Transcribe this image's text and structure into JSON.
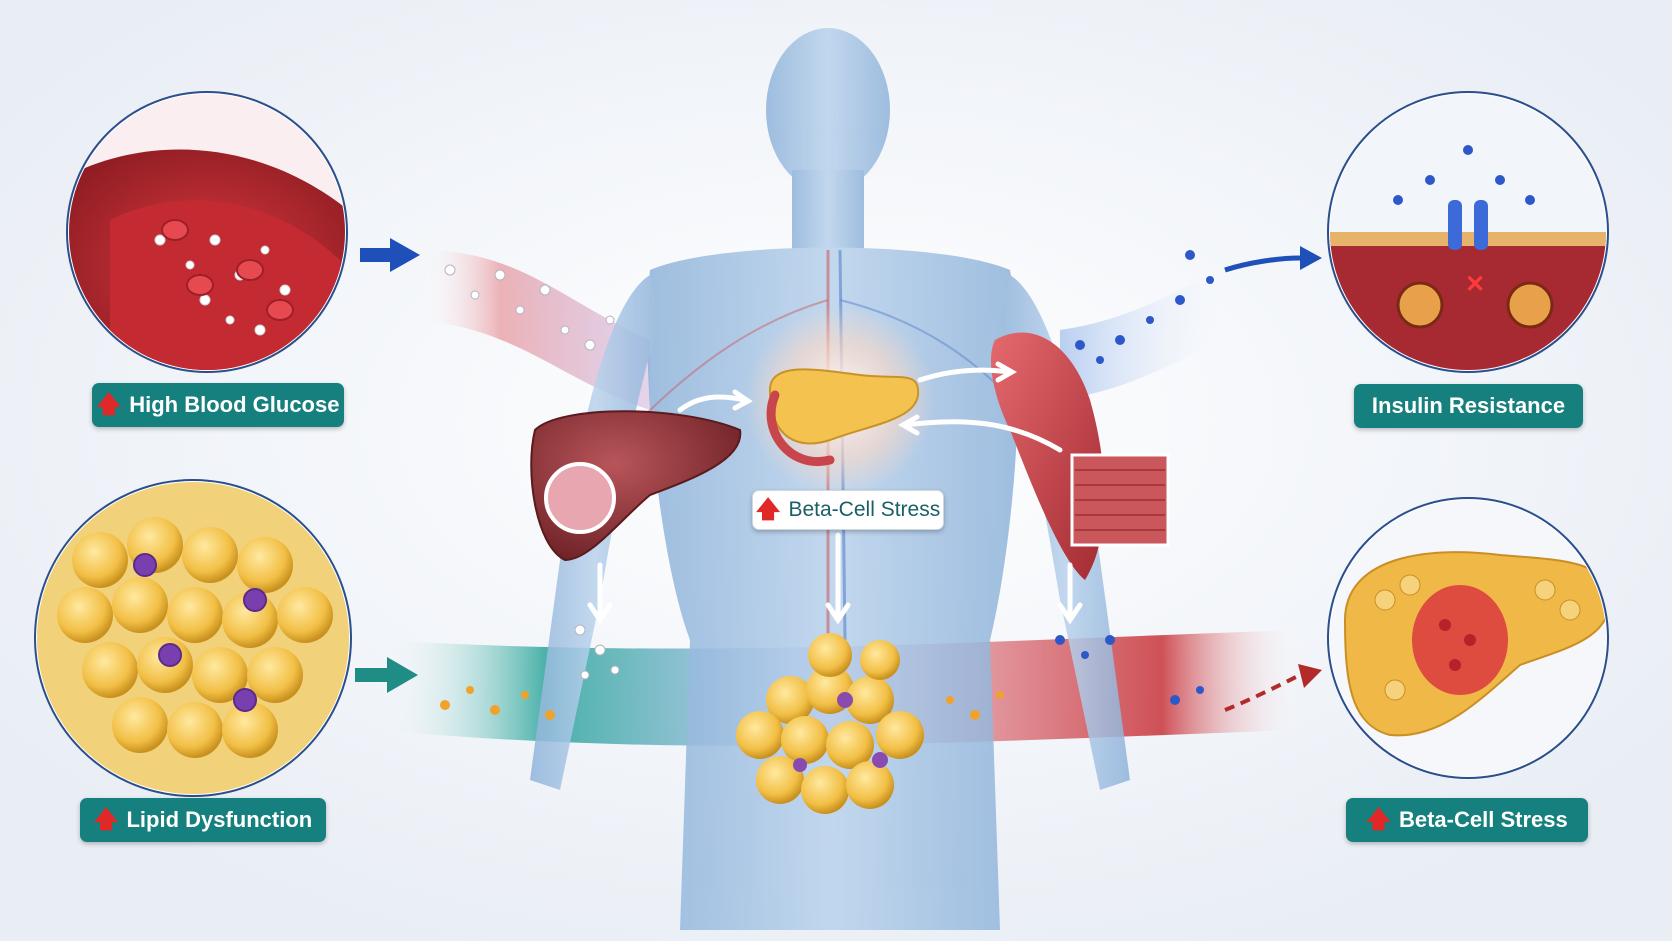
{
  "labels": {
    "high_blood_glucose": "High Blood Glucose",
    "insulin_resistance": "Insulin Resistance",
    "beta_cell_stress_center": "Beta-Cell Stress",
    "lipid_dysfunction": "Lipid Dysfunction",
    "beta_cell_stress_right": "Beta-Cell Stress"
  },
  "icons": {
    "increase": "red-up-arrow"
  },
  "colors": {
    "label_teal": "#15807d",
    "increase_red": "#e02828",
    "flow_blue": "#1f4fb8",
    "flow_teal": "#1f8d86",
    "flow_red": "#b32a2a"
  }
}
